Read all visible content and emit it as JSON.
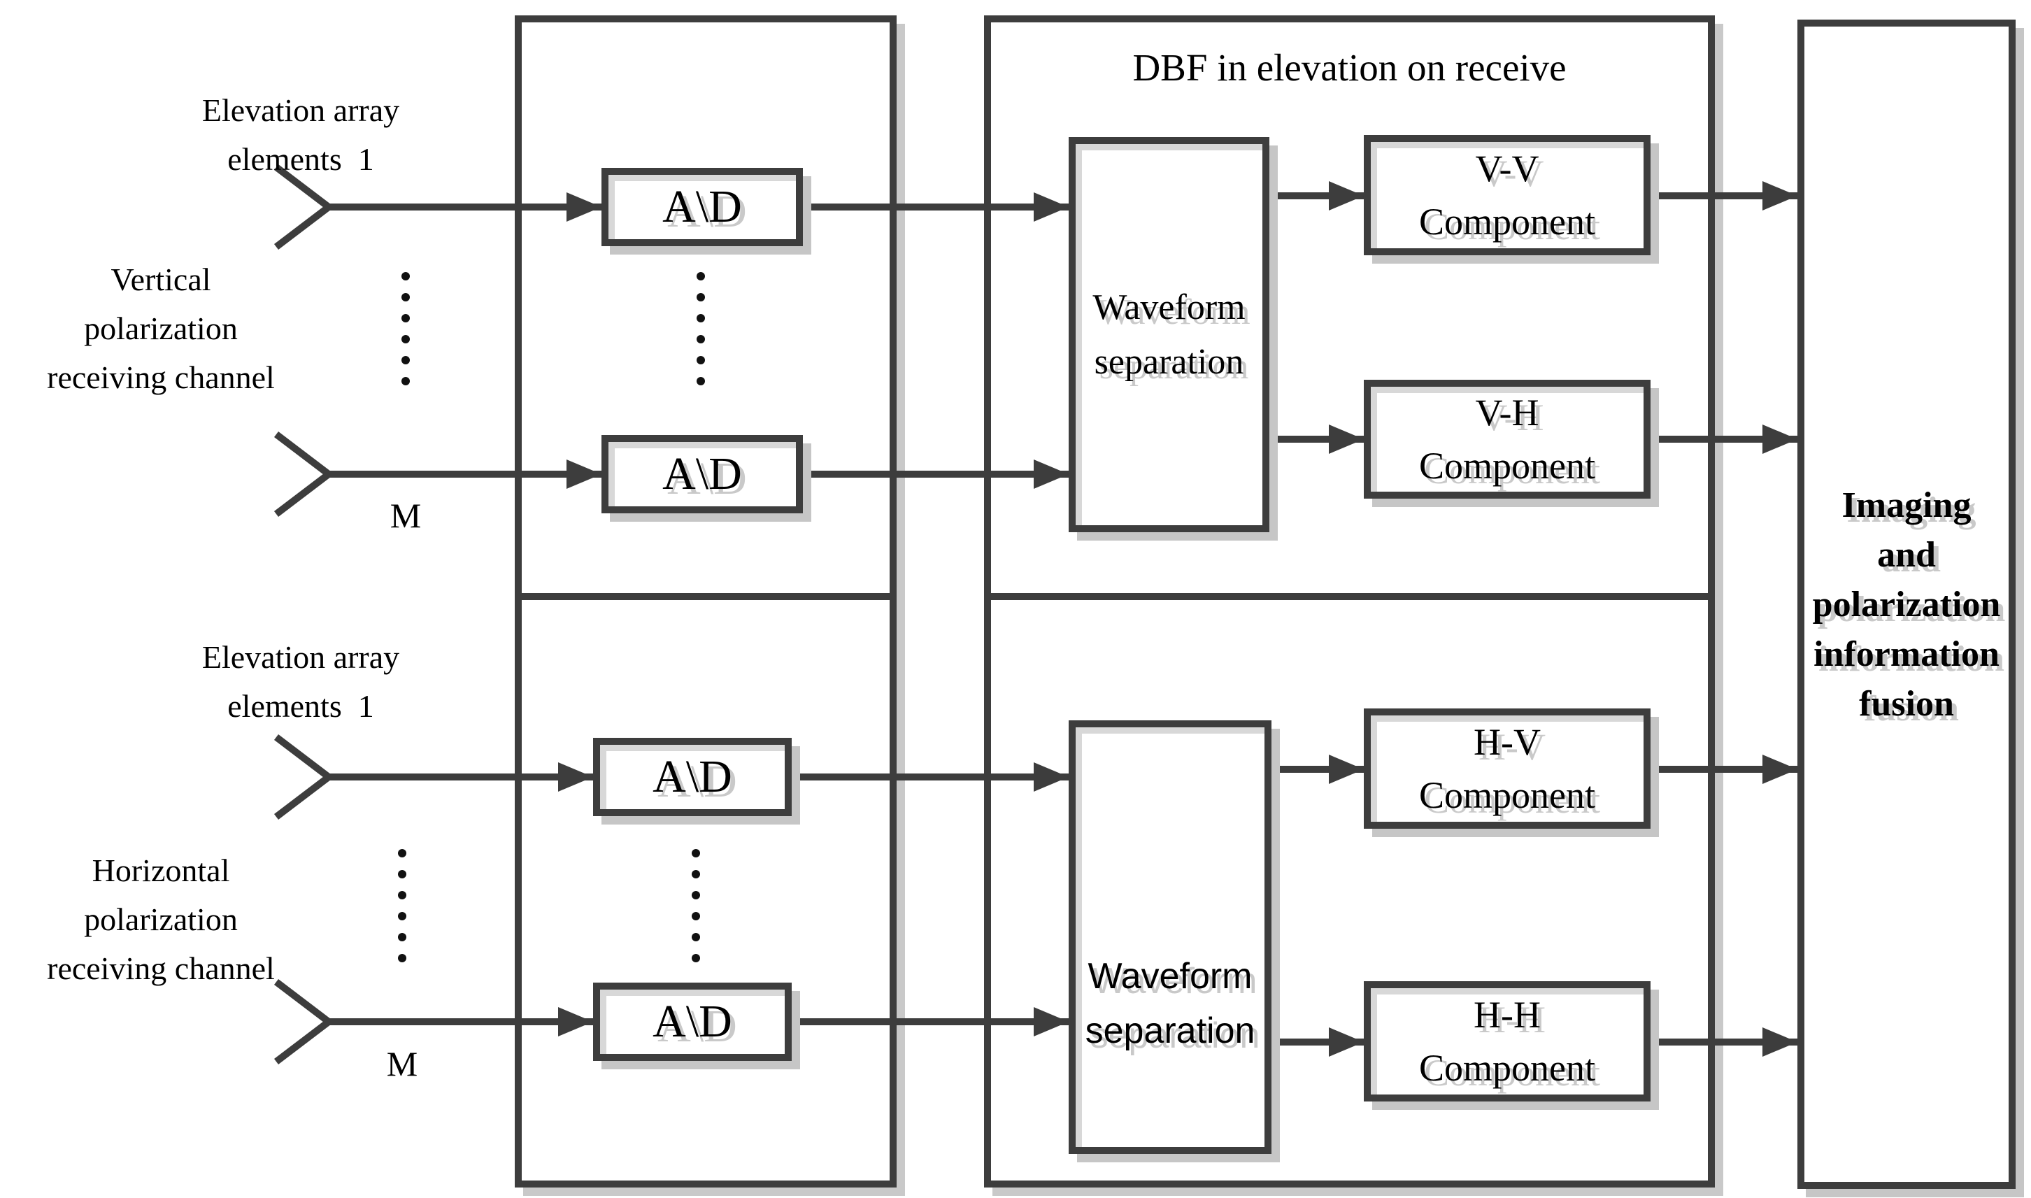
{
  "diagram": {
    "colors": {
      "line": "#3d3d3d",
      "shadow": "#c6c6c6",
      "text": "#000000"
    },
    "left_panel": {
      "group_v": {
        "array_label": "Elevation array\nelements  1",
        "channel_label": "Vertical\npolarization\nreceiving channel",
        "last_element_label": "M"
      },
      "group_h": {
        "array_label": "Elevation array\nelements  1",
        "channel_label": "Horizontal\npolarization\nreceiving channel",
        "last_element_label": "M"
      }
    },
    "adc": {
      "label": "A\\D"
    },
    "dbf_panel": {
      "title": "DBF in elevation on receive",
      "waveform_v": "Waveform\nseparation",
      "waveform_h": "Waveform\nseparation",
      "components": {
        "vv": "V-V\nComponent",
        "vh": "V-H\nComponent",
        "hv": "H-V\nComponent",
        "hh": "H-H\nComponent"
      }
    },
    "fusion_box": {
      "label": "Imaging\nand\npolarization\ninformation\nfusion"
    }
  }
}
